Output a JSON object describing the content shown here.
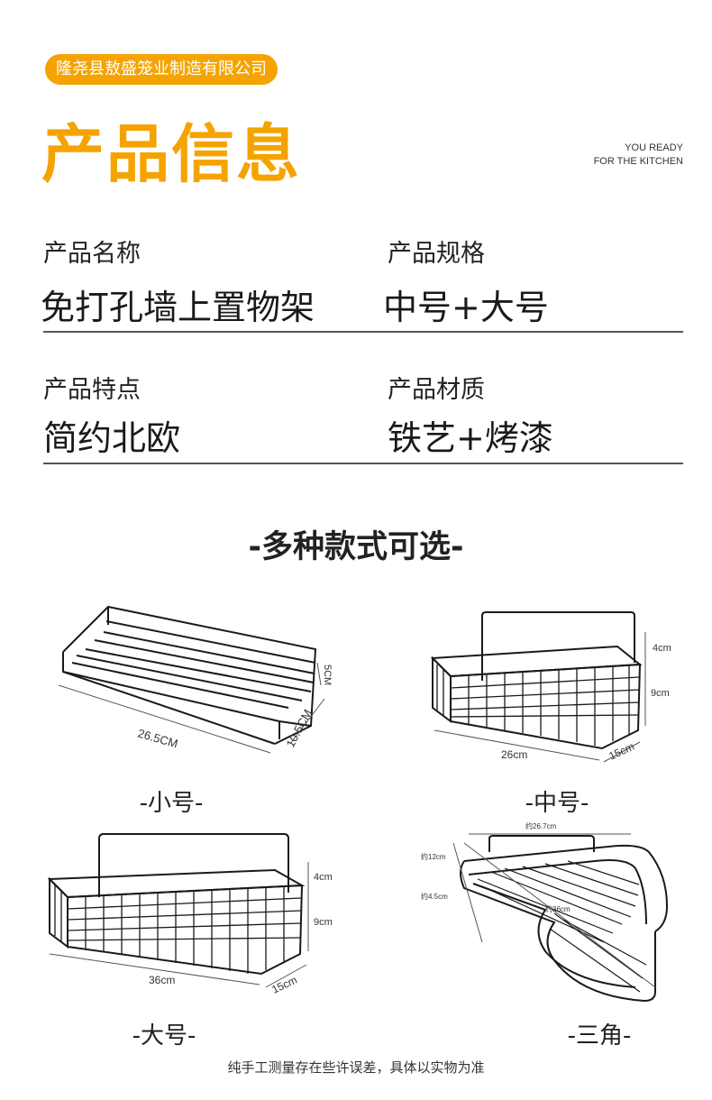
{
  "header": {
    "company": "隆尧县敖盛笼业制造有限公司",
    "title": "产品信息",
    "tagline_line1": "YOU READY",
    "tagline_line2": "FOR THE KITCHEN"
  },
  "info": {
    "name_label": "产品名称",
    "name_value": "免打孔墙上置物架",
    "spec_label": "产品规格",
    "spec_value": "中号+大号",
    "feature_label": "产品特点",
    "feature_value": "简约北欧",
    "material_label": "产品材质",
    "material_value": "铁艺+烤漆"
  },
  "styles_heading": "-多种款式可选-",
  "products": {
    "small": {
      "caption": "-小号-",
      "length": "26.5CM",
      "depth": "10.5CM",
      "height": "5CM"
    },
    "medium": {
      "caption": "-中号-",
      "length": "26cm",
      "depth": "15cm",
      "back": "4cm",
      "height": "9cm"
    },
    "large": {
      "caption": "-大号-",
      "length": "36cm",
      "depth": "15cm",
      "back": "4cm",
      "height": "9cm"
    },
    "corner": {
      "caption": "-三角-",
      "width": "约26.7cm",
      "back": "约12cm",
      "height": "约4.5cm",
      "diagonal": "约36cm"
    }
  },
  "footnote": "纯手工测量存在些许误差，具体以实物为准",
  "colors": {
    "accent": "#f5a300",
    "wire": "#1a1a1a"
  }
}
